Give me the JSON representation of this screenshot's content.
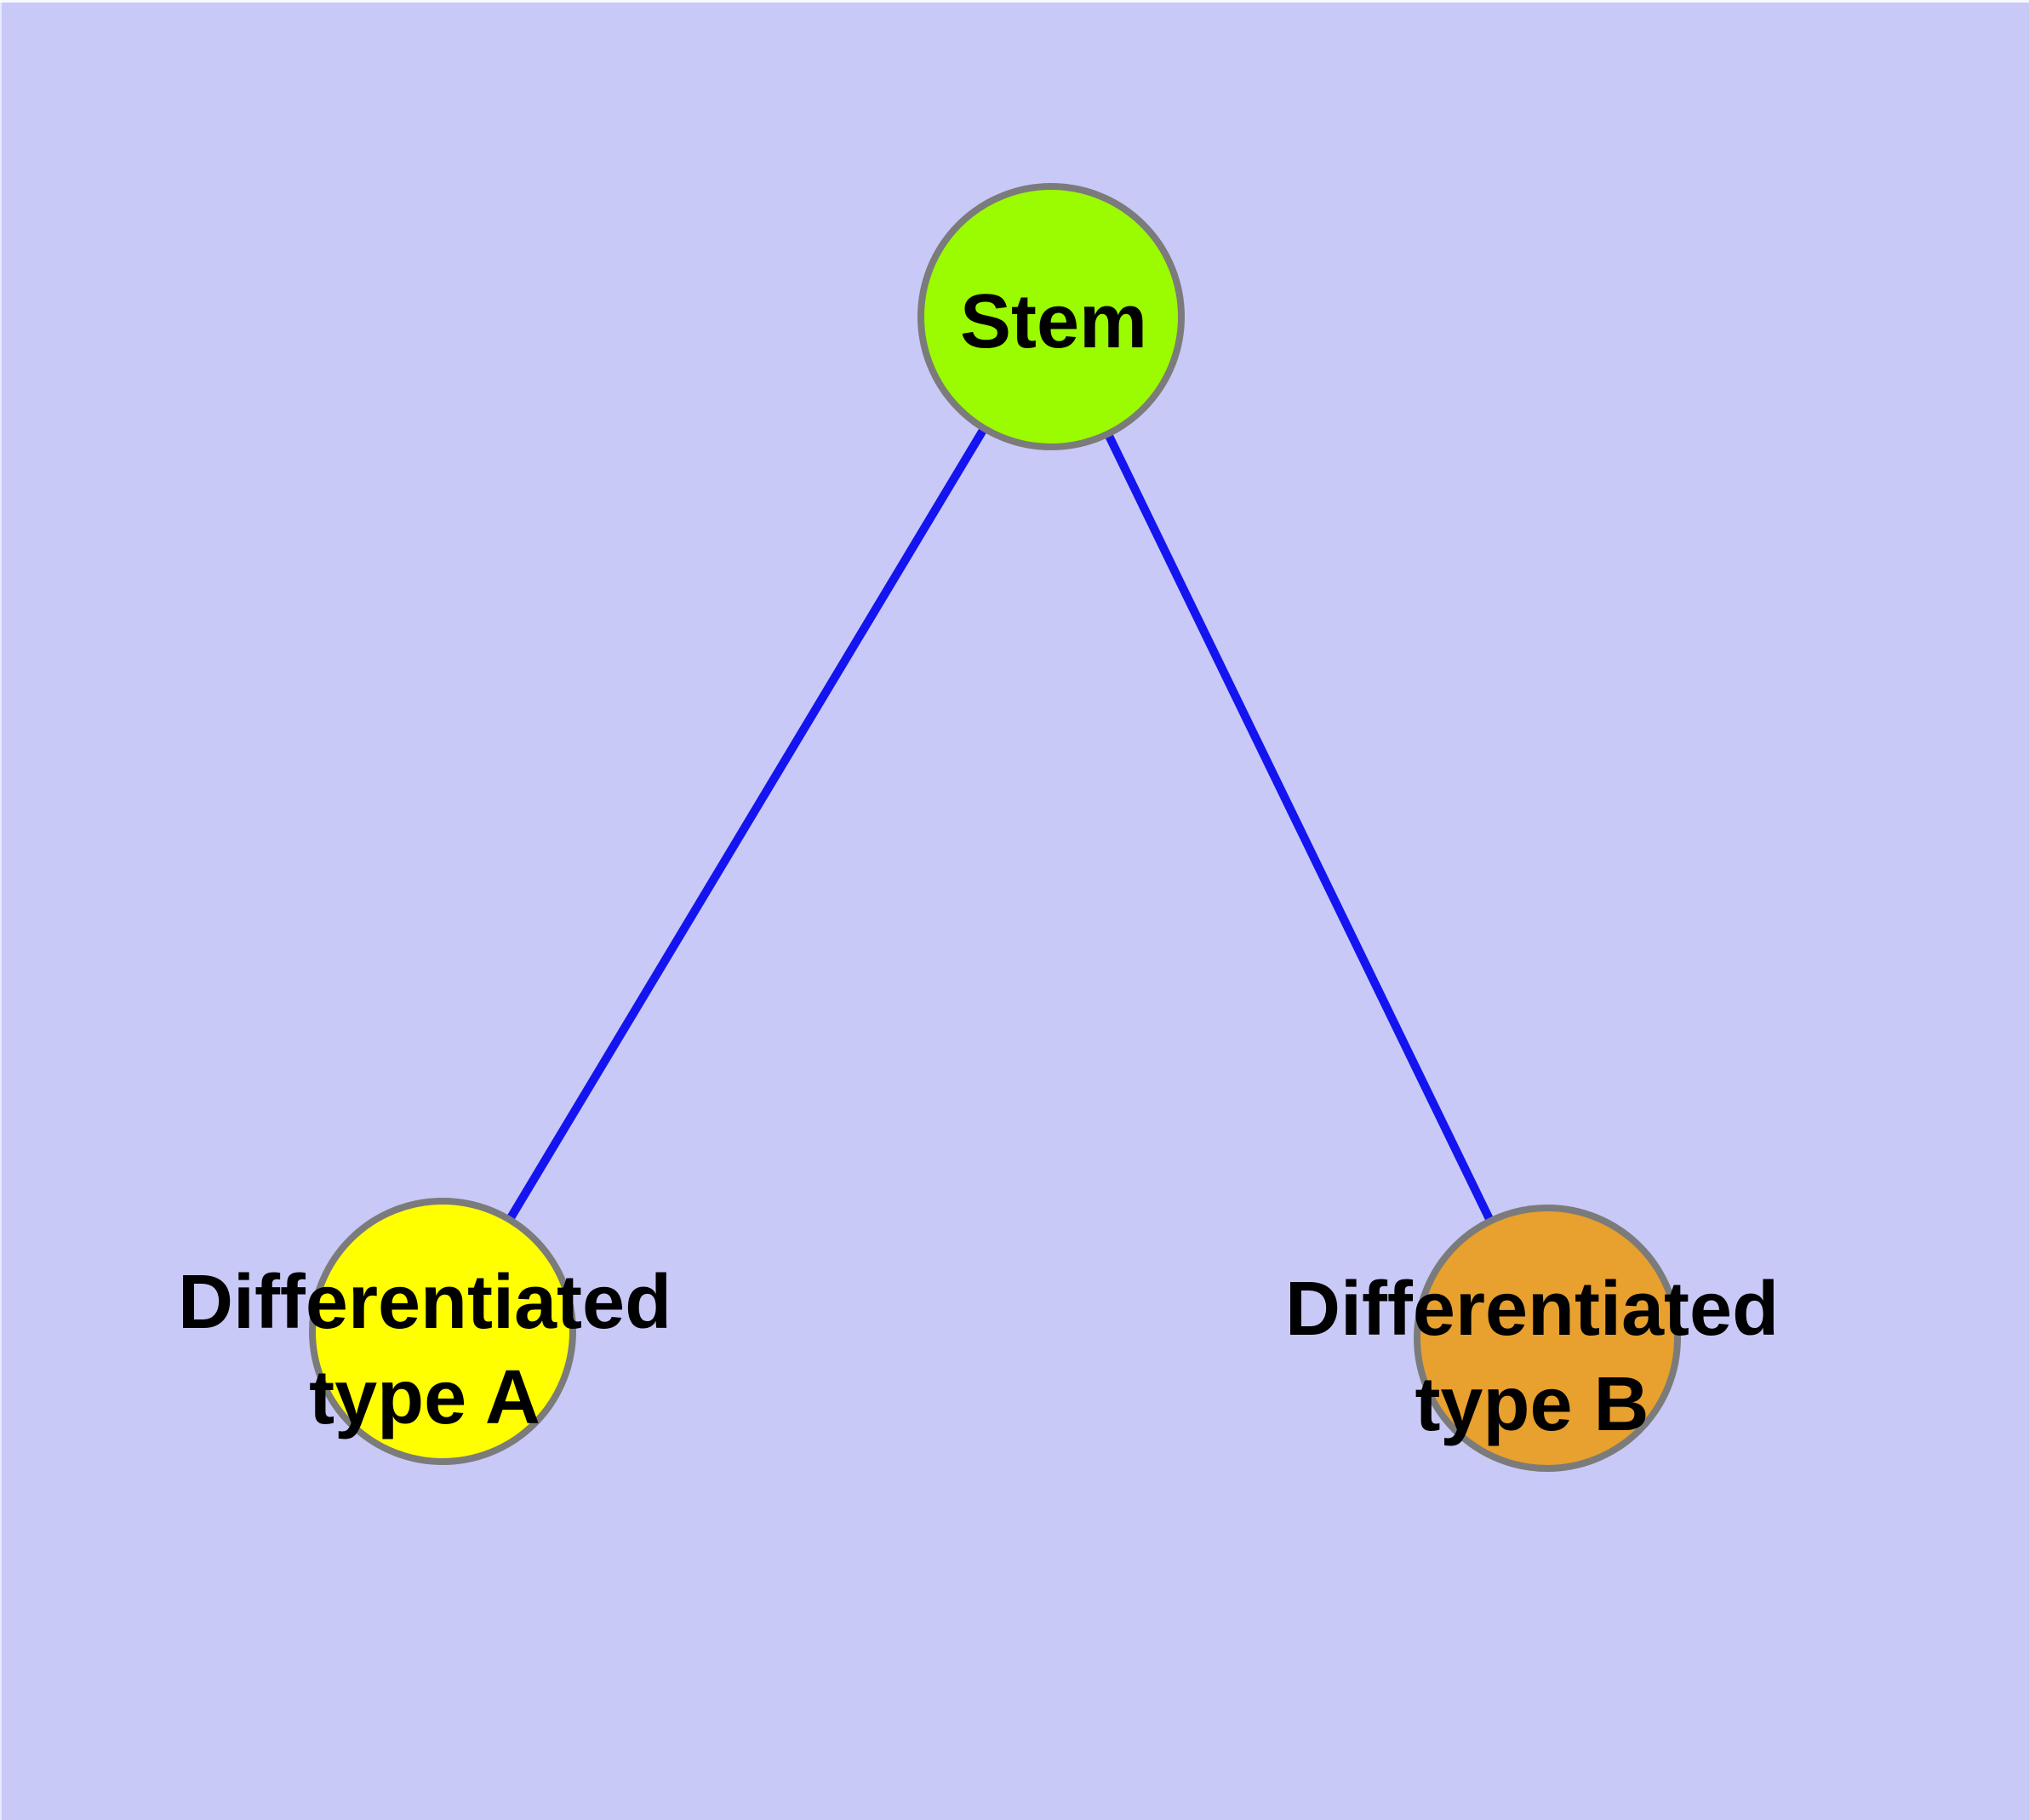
{
  "diagram": {
    "background_color": "#C9C9F7",
    "edge_color": "#1414F0",
    "node_border_color": "#7B7B7B",
    "text_color": "#000000",
    "nodes": [
      {
        "id": "stem",
        "label": "Stem",
        "fill": "#9BFB00"
      },
      {
        "id": "differentiated-type-a",
        "label": "Differentiated\ntype A",
        "fill": "#FFFF00"
      },
      {
        "id": "differentiated-type-b",
        "label": "Differentiated\ntype B",
        "fill": "#E8A02E"
      }
    ],
    "edges": [
      {
        "from": "stem",
        "to": "differentiated-type-a"
      },
      {
        "from": "stem",
        "to": "differentiated-type-b"
      }
    ]
  }
}
